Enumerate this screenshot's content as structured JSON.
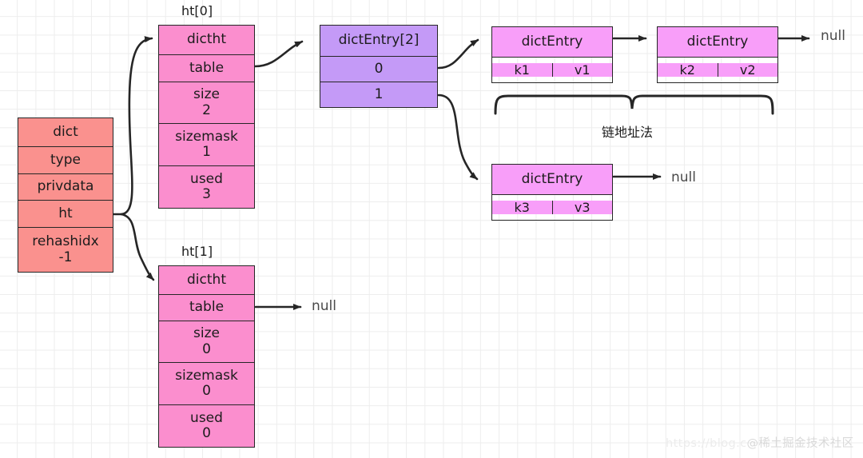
{
  "diagram": {
    "title": "Redis dict / dictht / dictEntry structure",
    "colors": {
      "dict_fill": "#fa918e",
      "dictht_fill": "#fb8ece",
      "entry_array_fill": "#c49af7",
      "dict_entry_fill": "#f89ef9",
      "stroke": "#262626",
      "null_text": "#4a4a4a",
      "grid": "#ededed",
      "background": "#ffffff"
    }
  },
  "dict_struct": {
    "name": "dict",
    "rows": [
      {
        "label": "dict",
        "value": ""
      },
      {
        "label": "type",
        "value": ""
      },
      {
        "label": "privdata",
        "value": ""
      },
      {
        "label": "ht",
        "value": ""
      },
      {
        "label": "rehashidx",
        "value": "-1"
      }
    ],
    "cells": [
      "dict",
      "type",
      "privdata",
      "ht",
      "rehashidx\n-1"
    ]
  },
  "ht0": {
    "label": "ht[0]",
    "cells": [
      "dictht",
      "table",
      "size\n2",
      "sizemask\n1",
      "used\n3"
    ],
    "fields": [
      {
        "label": "dictht",
        "value": ""
      },
      {
        "label": "table",
        "value": ""
      },
      {
        "label": "size",
        "value": "2"
      },
      {
        "label": "sizemask",
        "value": "1"
      },
      {
        "label": "used",
        "value": "3"
      }
    ]
  },
  "ht1": {
    "label": "ht[1]",
    "cells": [
      "dictht",
      "table",
      "size\n0",
      "sizemask\n0",
      "used\n0"
    ],
    "fields": [
      {
        "label": "dictht",
        "value": ""
      },
      {
        "label": "table",
        "value": ""
      },
      {
        "label": "size",
        "value": "0"
      },
      {
        "label": "sizemask",
        "value": "0"
      },
      {
        "label": "used",
        "value": "0"
      }
    ]
  },
  "entry_array": {
    "header": "dictEntry[2]",
    "slots": [
      "0",
      "1"
    ]
  },
  "entries": {
    "k1": {
      "header": "dictEntry",
      "key": "k1",
      "value": "v1"
    },
    "k2": {
      "header": "dictEntry",
      "key": "k2",
      "value": "v2"
    },
    "k3": {
      "header": "dictEntry",
      "key": "k3",
      "value": "v3"
    }
  },
  "annotations": {
    "chain_label": "链地址法",
    "null_top": "null",
    "null_middle": "null",
    "null_bottom": "null"
  },
  "watermark": {
    "url": "https://blog.c",
    "handle": "@稀土掘金技术社区"
  }
}
